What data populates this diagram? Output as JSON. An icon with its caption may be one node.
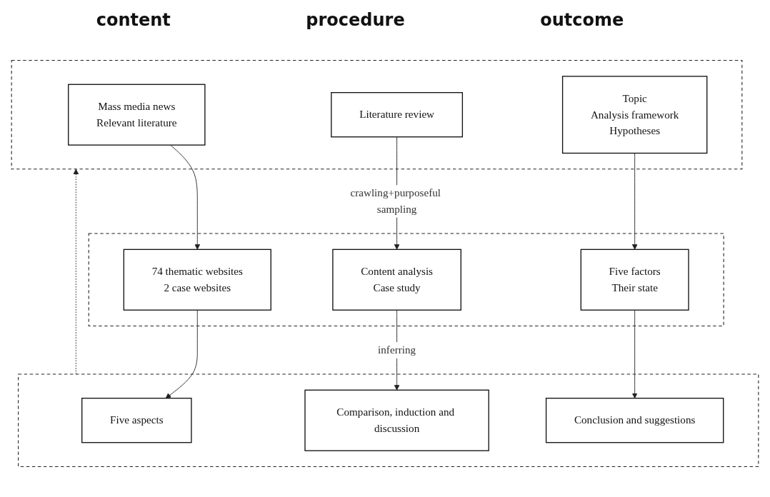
{
  "diagram": {
    "nodes": [
      {
        "text": [],
        "shape": "box"
      },
      {
        "text": [
          "Mass media news",
          "Relevant literature"
        ],
        "in": 0
      },
      {
        "text": [
          "Literature review"
        ],
        "in": 0
      },
      {
        "text": [
          "Topic",
          "Analysis framework",
          "Hypotheses"
        ],
        "in": 0
      },
      {
        "text": [],
        "shape": "box"
      },
      {
        "text": [
          "74 thematic websites",
          "2 case websites"
        ],
        "in": 4
      },
      {
        "text": [
          "Content analysis",
          "Case study"
        ],
        "in": 4
      },
      {
        "text": [
          "Five factors",
          "Their state"
        ],
        "in": 4
      },
      {
        "text": [],
        "shape": "box"
      },
      {
        "text": [
          "Five aspects"
        ],
        "in": 8
      },
      {
        "text": [
          "Comparison, induction and discussion"
        ],
        "in": 8
      },
      {
        "text": [
          "Conclusion and suggestions"
        ],
        "in": 8
      }
    ],
    "edges": [
      {
        "from": 1,
        "to": 5,
        "arrow": "to"
      },
      {
        "from": 2,
        "to": 6,
        "arrow": "to",
        "label": "crawling+purposeful sampling"
      },
      {
        "from": 3,
        "to": 7,
        "arrow": "to"
      },
      {
        "from": 5,
        "to": 9,
        "arrow": "to"
      },
      {
        "from": 6,
        "to": 10,
        "arrow": "to",
        "label": "inferring"
      },
      {
        "from": 7,
        "to": 11,
        "arrow": "to"
      },
      {
        "from": 8,
        "to": 0,
        "arrow": "to",
        "style": "dashed"
      }
    ],
    "labels": [
      "content",
      "procedure",
      "outcome"
    ]
  }
}
